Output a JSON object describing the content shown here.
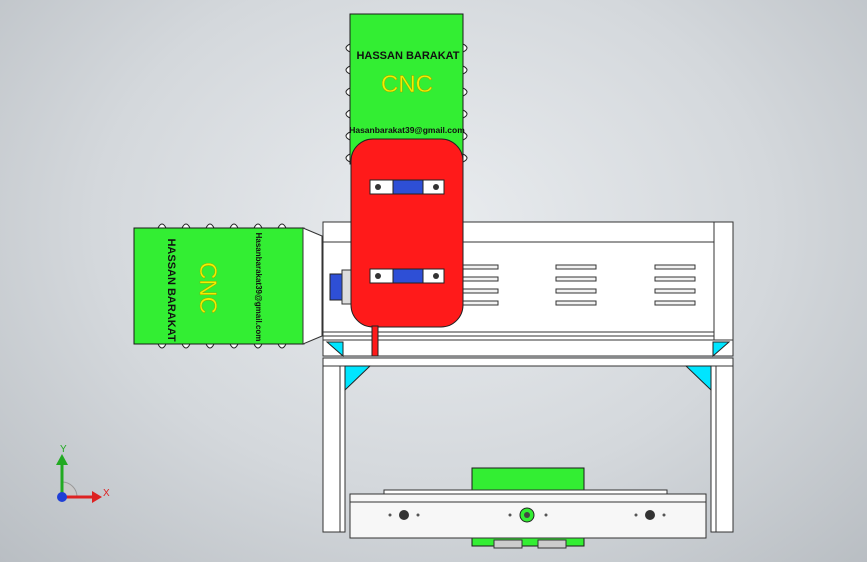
{
  "top_panel": {
    "brand": "HASSAN BARAKAT",
    "logo": "CNC",
    "email": "Hasanbarakat39@gmail.com"
  },
  "left_panel": {
    "brand": "HASSAN BARAKAT",
    "logo": "CNC",
    "email": "Hasanbarakat39@gmail.com"
  },
  "triad": {
    "y_label": "Y",
    "x_label": "X"
  },
  "colors": {
    "panel": "#33ee33",
    "carriage": "#ff1a1a",
    "bearing": "#2e4fd6",
    "brace": "#00e5ff",
    "frame": "#ffffff"
  }
}
